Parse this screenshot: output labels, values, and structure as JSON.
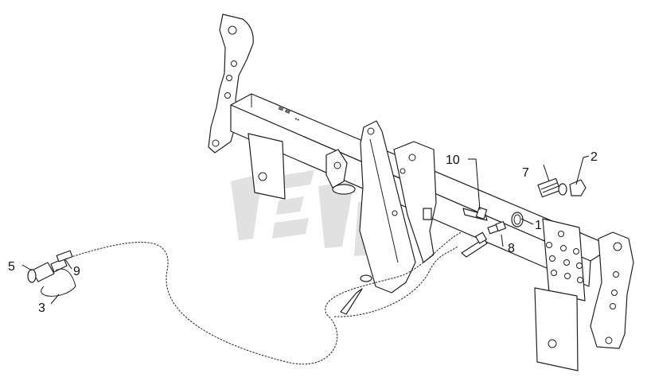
{
  "diagram": {
    "callouts": [
      {
        "id": "c1",
        "label": "1"
      },
      {
        "id": "c2",
        "label": "2"
      },
      {
        "id": "c3",
        "label": "3"
      },
      {
        "id": "c5",
        "label": "5"
      },
      {
        "id": "c7",
        "label": "7"
      },
      {
        "id": "c8",
        "label": "8"
      },
      {
        "id": "c9",
        "label": "9"
      },
      {
        "id": "c10",
        "label": "10"
      }
    ],
    "colors": {
      "line": "#222222",
      "watermark": "#c9c9c9",
      "background": "#ffffff"
    }
  }
}
